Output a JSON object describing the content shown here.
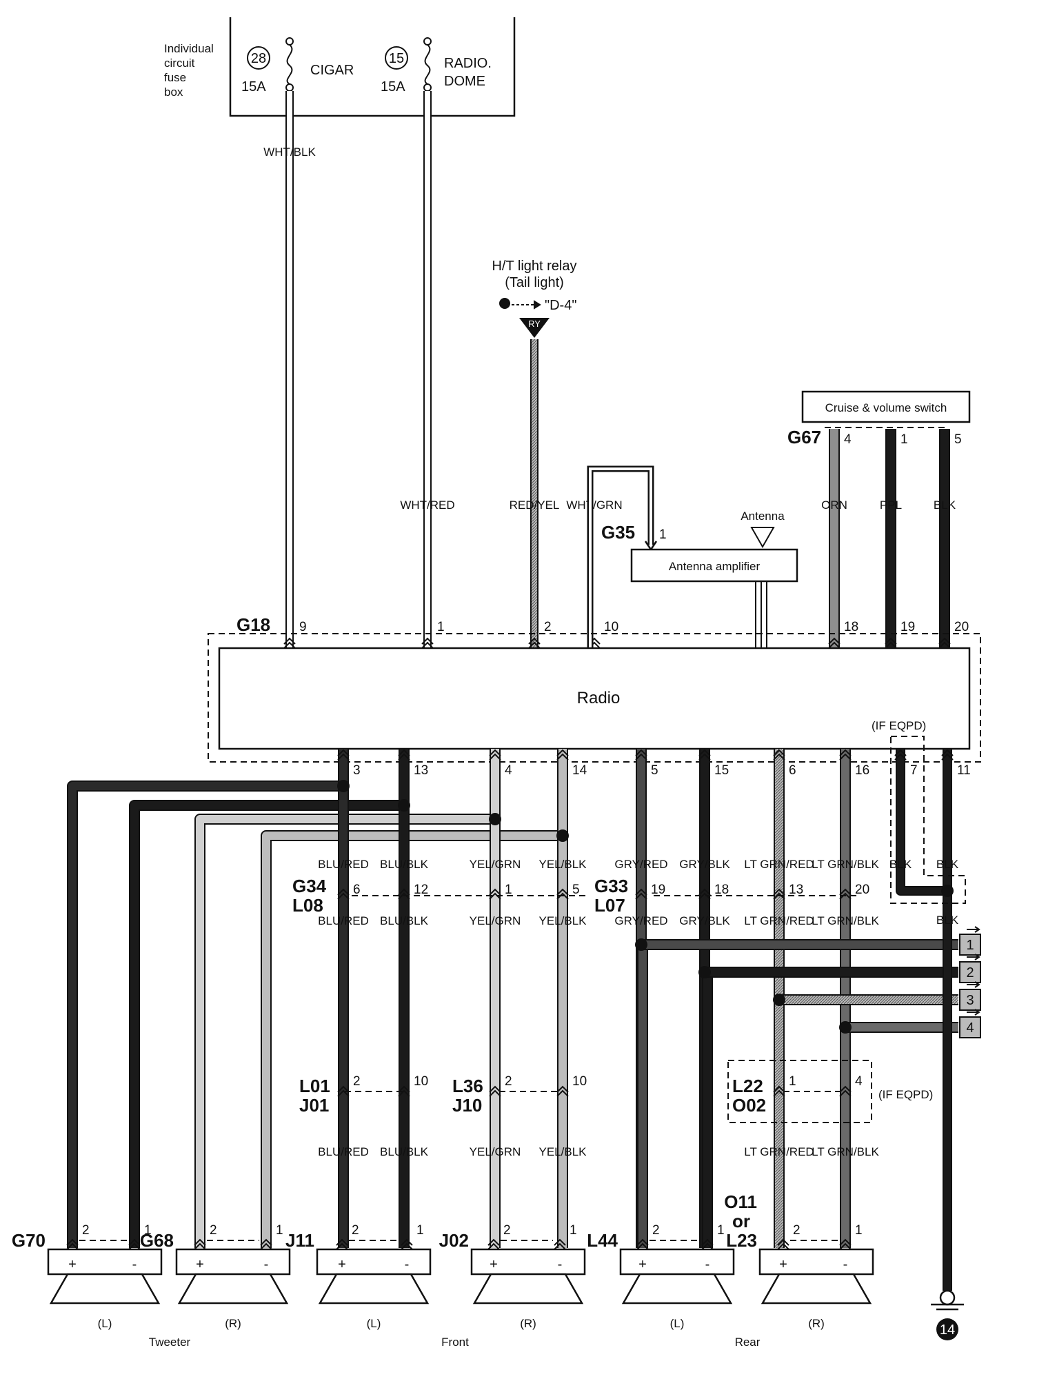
{
  "fuse_box": {
    "title_lines": [
      "Individual",
      "circuit",
      "fuse",
      "box"
    ],
    "fuses": [
      {
        "num": "28",
        "amps": "15A",
        "name_lines": [
          "CIGAR"
        ]
      },
      {
        "num": "15",
        "amps": "15A",
        "name_lines": [
          "RADIO.",
          "DOME"
        ]
      }
    ]
  },
  "relay": {
    "label_lines": [
      "H/T light relay",
      "(Tail light)"
    ],
    "ref": "\"D-4\"",
    "badge": "RY"
  },
  "cruise_switch": {
    "label": "Cruise & volume switch",
    "connector": "G67"
  },
  "antenna": {
    "label": "Antenna",
    "amp_label": "Antenna amplifier",
    "connector": "G35",
    "pin": "1"
  },
  "radio": {
    "label": "Radio",
    "connector": "G18",
    "eqpd_note": "(IF EQPD)"
  },
  "top_wires": [
    {
      "color": "WHT/BLK",
      "pin": "9",
      "fill": "#ffffff"
    },
    {
      "color": "WHT/RED",
      "pin": "1",
      "fill": "#ffffff"
    },
    {
      "color": "RED/YEL",
      "pin": "2",
      "fill": "#9c9c9c"
    },
    {
      "color": "WHT/GRN",
      "pin": "10",
      "fill": "#ffffff"
    },
    {
      "color": "ORN",
      "pin": "18",
      "sw_pin": "4",
      "fill": "#8e8e8e"
    },
    {
      "color": "PPL",
      "pin": "19",
      "sw_pin": "1",
      "fill": "#1a1a1a"
    },
    {
      "color": "BLK",
      "pin": "20",
      "sw_pin": "5",
      "fill": "#1a1a1a"
    }
  ],
  "bottom_wires": [
    {
      "pin": "3",
      "mid_pin": "6",
      "color": "BLU/RED",
      "fill": "#2a2a2a"
    },
    {
      "pin": "13",
      "mid_pin": "12",
      "color": "BLU/BLK",
      "fill": "#1a1a1a"
    },
    {
      "pin": "4",
      "mid_pin": "1",
      "color": "YEL/GRN",
      "fill": "#d0d0d0"
    },
    {
      "pin": "14",
      "mid_pin": "5",
      "color": "YEL/BLK",
      "fill": "#bdbdbd"
    },
    {
      "pin": "5",
      "mid_pin": "19",
      "color": "GRY/RED",
      "fill": "#4a4a4a"
    },
    {
      "pin": "15",
      "mid_pin": "18",
      "color": "GRY/BLK",
      "fill": "#1a1a1a"
    },
    {
      "pin": "6",
      "mid_pin": "13",
      "color": "LT GRN/RED",
      "fill": "#9a9a9a"
    },
    {
      "pin": "16",
      "mid_pin": "20",
      "color": "LT GRN/BLK",
      "fill": "#6a6a6a"
    },
    {
      "pin": "7",
      "color": "BLK",
      "fill": "#1a1a1a"
    },
    {
      "pin": "11",
      "color": "BLK",
      "fill": "#1a1a1a"
    }
  ],
  "ground_wire_label": "BLK",
  "ground_num": "14",
  "mid_connectors": {
    "left": [
      "G34",
      "L08"
    ],
    "right": [
      "G33",
      "L07"
    ]
  },
  "inline_connectors": [
    {
      "names": [
        "L01",
        "J01"
      ],
      "pins": [
        "2",
        "10"
      ],
      "colors": [
        "BLU/RED",
        "BLU/BLK"
      ]
    },
    {
      "names": [
        "L36",
        "J10"
      ],
      "pins": [
        "2",
        "10"
      ],
      "colors": [
        "YEL/GRN",
        "YEL/BLK"
      ]
    },
    {
      "names": [
        "L22",
        "O02"
      ],
      "pins": [
        "1",
        "4"
      ],
      "colors": [
        "LT GRN/RED",
        "LT GRN/BLK"
      ],
      "note": "(IF EQPD)"
    }
  ],
  "side_refs": [
    "1",
    "2",
    "3",
    "4"
  ],
  "speakers": [
    {
      "connector": "G70",
      "side": "(L)"
    },
    {
      "connector": "G68",
      "side": "(R)"
    },
    {
      "connector": "J11",
      "side": "(L)"
    },
    {
      "connector": "J02",
      "side": "(R)"
    },
    {
      "connector": "L44",
      "side": "(L)"
    },
    {
      "connector_lines": [
        "O11",
        "or",
        "L23"
      ],
      "side": "(R)"
    }
  ],
  "speaker_pins": [
    "2",
    "1"
  ],
  "speaker_terminals": [
    "+",
    "-"
  ],
  "groups": [
    "Tweeter",
    "Front",
    "Rear"
  ]
}
